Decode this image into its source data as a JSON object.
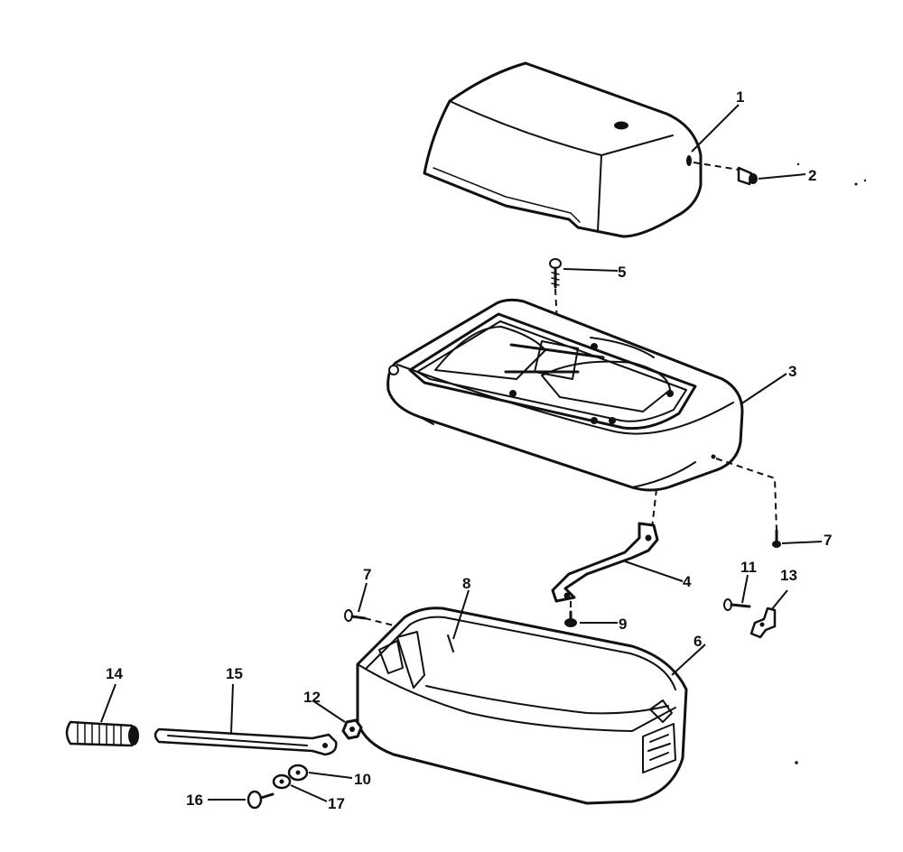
{
  "colors": {
    "ink": "#111111",
    "paper": "#ffffff"
  },
  "callouts": {
    "c1": "1",
    "c2": "2",
    "c3": "3",
    "c4": "4",
    "c5": "5",
    "c6": "6",
    "c7a": "7",
    "c7b": "7",
    "c8": "8",
    "c9": "9",
    "c10": "10",
    "c11": "11",
    "c12": "12",
    "c13": "13",
    "c14": "14",
    "c15": "15",
    "c16": "16",
    "c17": "17"
  }
}
